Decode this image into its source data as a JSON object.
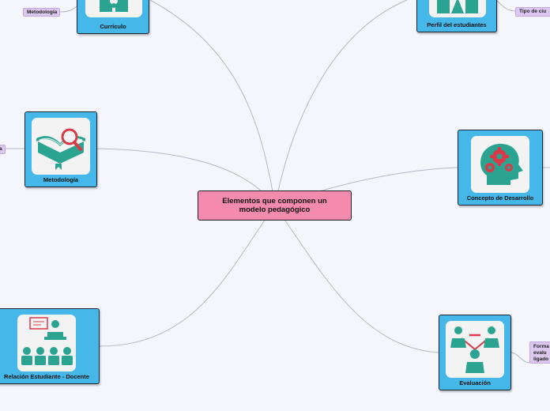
{
  "central": {
    "title": "Elementos que componen un modelo pedagógico"
  },
  "nodes": {
    "curriculo": {
      "label": "Currículo"
    },
    "perfil": {
      "label": "Perfil del estudiantes"
    },
    "metodologia": {
      "label": "Metodología"
    },
    "concepto": {
      "label": "Concepto de Desarrollo"
    },
    "relacion": {
      "label": "Relación Estudiante - Docente"
    },
    "evaluacion": {
      "label": "Evaluación"
    }
  },
  "tags": {
    "metodologia_top": "Metodología",
    "tipo_ciudadano": "Tipo de ciu",
    "metodologia_left": "a",
    "formas_evaluacion": [
      "Forma",
      "evalu",
      "ligado"
    ]
  },
  "colors": {
    "node": "#45b7e8",
    "central": "#f48aad",
    "icon": "#2aa391",
    "tag": "#dcc7ee",
    "link": "#b4b8c4"
  }
}
